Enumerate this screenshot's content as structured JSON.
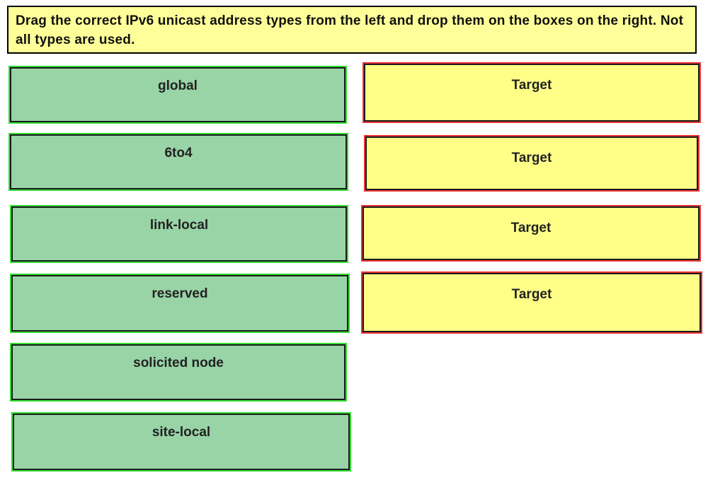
{
  "instructions": "Drag the correct IPv6 unicast address types from the left and drop them on the boxes on the right. Not all types are used.",
  "source_items": [
    {
      "label": "global"
    },
    {
      "label": "6to4"
    },
    {
      "label": "link-local"
    },
    {
      "label": "reserved"
    },
    {
      "label": "solicited node"
    },
    {
      "label": "site-local"
    }
  ],
  "targets": [
    {
      "label": "Target"
    },
    {
      "label": "Target"
    },
    {
      "label": "Target"
    },
    {
      "label": "Target"
    }
  ],
  "colors": {
    "instruction_bg": "#ffff99",
    "item_bg": "#99d4a6",
    "item_outline": "#33dd33",
    "target_bg": "#ffff88",
    "target_outline": "#ee3333"
  }
}
